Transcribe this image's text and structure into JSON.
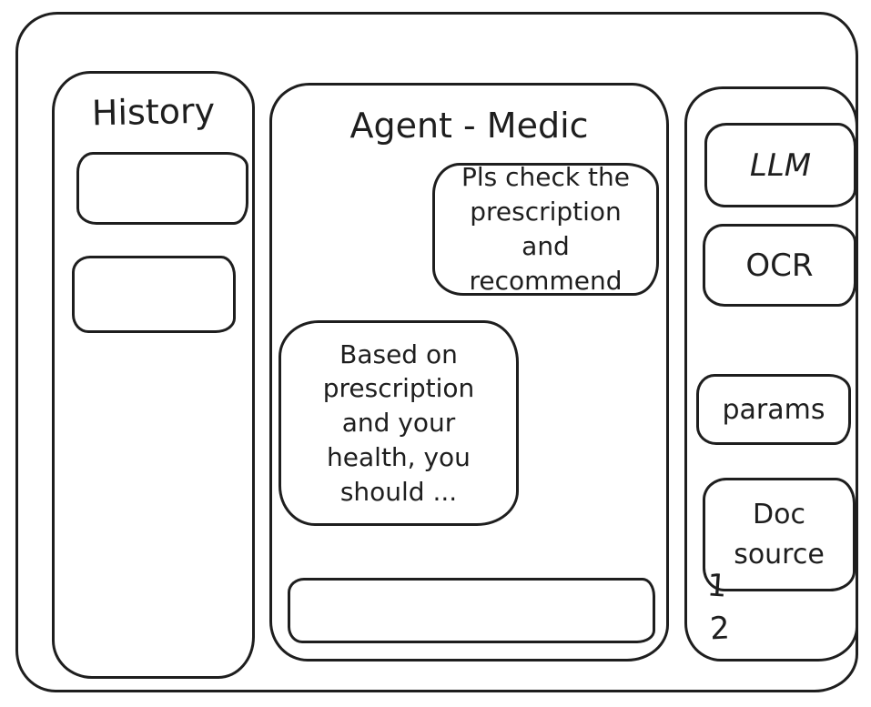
{
  "colors": {
    "stroke": "#1e1e1e",
    "background": "#ffffff"
  },
  "history_panel": {
    "title": "History",
    "items": [
      {
        "label": ""
      },
      {
        "label": ""
      }
    ]
  },
  "chat_panel": {
    "title": "Agent - Medic",
    "messages": [
      {
        "role": "user",
        "text": "Pls check the prescription and recommend"
      },
      {
        "role": "agent",
        "text": "Based on prescription and your health, you should ..."
      }
    ],
    "input": {
      "value": ""
    }
  },
  "tools_panel": {
    "buttons": [
      {
        "label": "LLM"
      },
      {
        "label": "OCR"
      },
      {
        "label": "params"
      },
      {
        "label": "Doc source"
      }
    ],
    "doc_source_items": [
      "1",
      "2"
    ]
  }
}
